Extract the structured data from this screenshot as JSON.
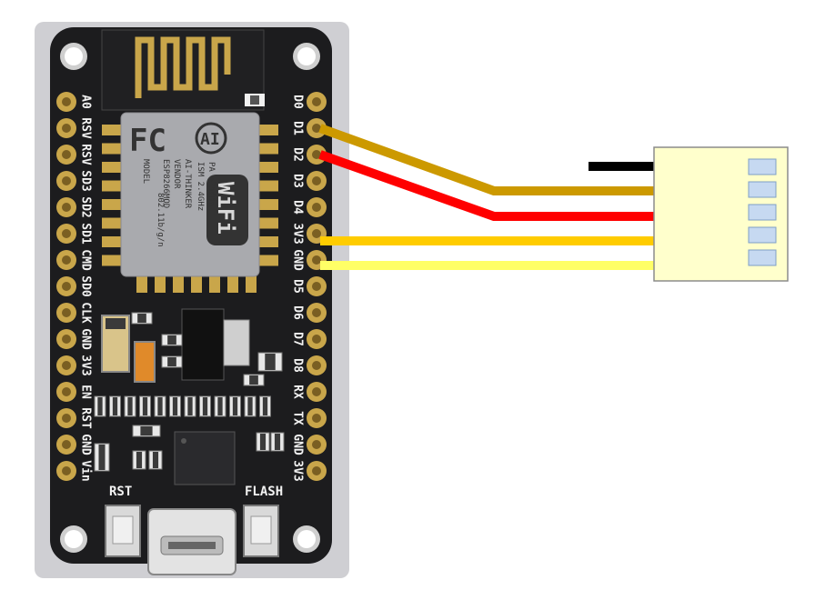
{
  "board": {
    "colors": {
      "pcb": "#1c1c1e",
      "shadow": "#cfcfd3",
      "module": "#a9aaae",
      "gold": "#c9a64a",
      "silk": "#f2f2f2"
    },
    "module_text": {
      "fc": "FC",
      "ai": "AI",
      "wifi": "WiFi",
      "model_line": "MODEL",
      "model_number": "ESP8266MOD",
      "vendor": "VENDOR",
      "vendor_name": "AI-THINKER",
      "ism": "ISM 2.4GHz",
      "pa": "PA +25dBm",
      "standard": "802.11b/g/n"
    },
    "left_pins": [
      "A0",
      "RSV",
      "RSV",
      "SD3",
      "SD2",
      "SD1",
      "CMD",
      "SD0",
      "CLK",
      "GND",
      "3V3",
      "EN",
      "RST",
      "GND",
      "Vin"
    ],
    "right_pins": [
      "D0",
      "D1",
      "D2",
      "D3",
      "D4",
      "3V3",
      "GND",
      "D5",
      "D6",
      "D7",
      "D8",
      "RX",
      "TX",
      "GND",
      "3V3"
    ],
    "buttons": {
      "rst": "RST",
      "flash": "FLASH"
    }
  },
  "wires": [
    {
      "color": "#cc9900"
    },
    {
      "color": "#ff0000"
    },
    {
      "color": "#ffcc00"
    },
    {
      "color": "#ffff66"
    }
  ],
  "stub_wire": {
    "color": "#000000"
  },
  "connector": {
    "fill": "#ffffcc",
    "pin_fill": "#c6d9f1",
    "pin_count": 5
  }
}
